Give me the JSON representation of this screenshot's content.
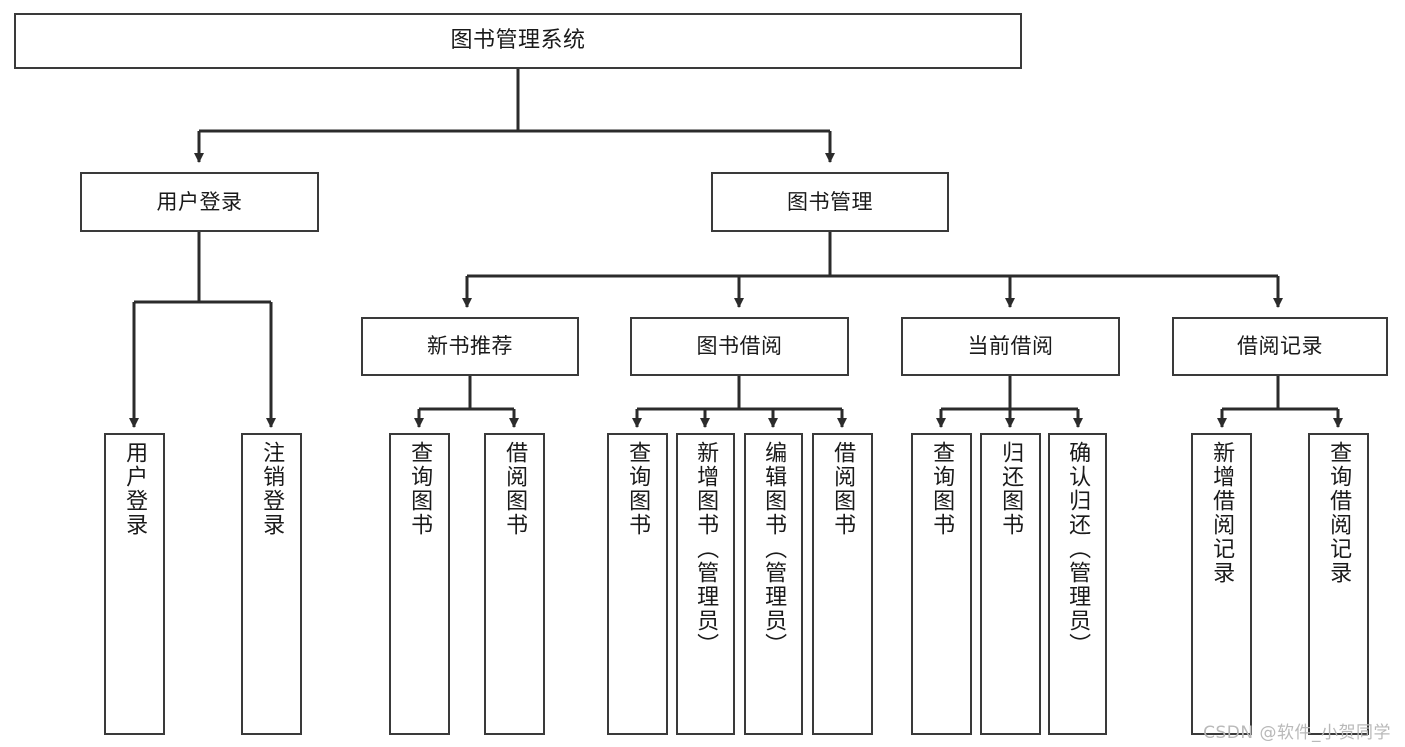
{
  "diagram": {
    "title": "图书管理系统",
    "type": "tree-hierarchy-chart",
    "root": {
      "label": "图书管理系统"
    },
    "level2": [
      {
        "label": "用户登录"
      },
      {
        "label": "图书管理"
      }
    ],
    "level3": [
      {
        "label": "新书推荐"
      },
      {
        "label": "图书借阅"
      },
      {
        "label": "当前借阅"
      },
      {
        "label": "借阅记录"
      }
    ],
    "leaves": {
      "user_login": [
        {
          "label": "用户登录"
        },
        {
          "label": "注销登录"
        }
      ],
      "new_book_recommend": [
        {
          "label": "查询图书"
        },
        {
          "label": "借阅图书"
        }
      ],
      "book_borrow": [
        {
          "label": "查询图书"
        },
        {
          "label": "新增图书（管理员）"
        },
        {
          "label": "编辑图书（管理员）"
        },
        {
          "label": "借阅图书"
        }
      ],
      "current_borrow": [
        {
          "label": "查询图书"
        },
        {
          "label": "归还图书"
        },
        {
          "label": "确认归还（管理员）"
        }
      ],
      "borrow_record": [
        {
          "label": "新增借阅记录"
        },
        {
          "label": "查询借阅记录"
        }
      ]
    }
  },
  "watermark": {
    "text": "CSDN @软件_小贺同学"
  },
  "colors": {
    "box_border": "#3a3a3a",
    "box_fill": "#ffffff",
    "text": "#1a1a1a",
    "connector": "#2b2b2b",
    "watermark": "#b9b9b9"
  }
}
